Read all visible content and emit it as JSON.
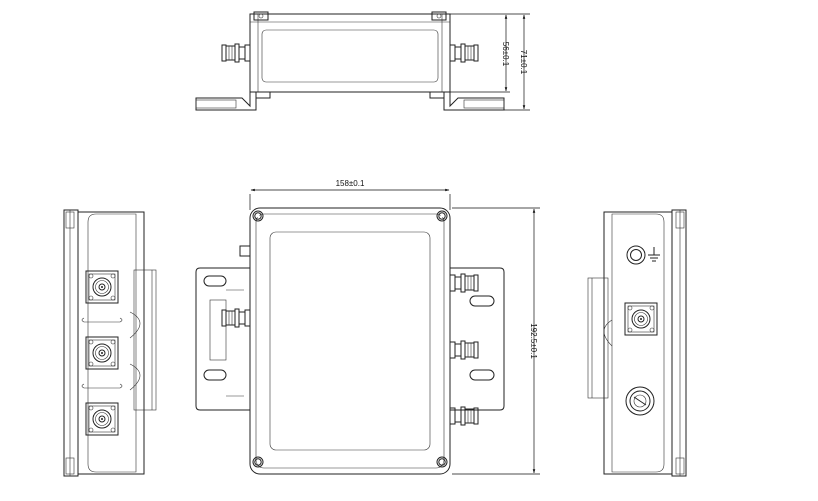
{
  "dimensions": {
    "width_label": "158±0.1",
    "height_label": "192.5±0.1",
    "body_height_label": "56±0.1",
    "total_height_label": "71±0.1"
  },
  "icons": {
    "ground": "ground-icon",
    "connector": "n-type-connector-icon",
    "screw": "screw-icon"
  }
}
